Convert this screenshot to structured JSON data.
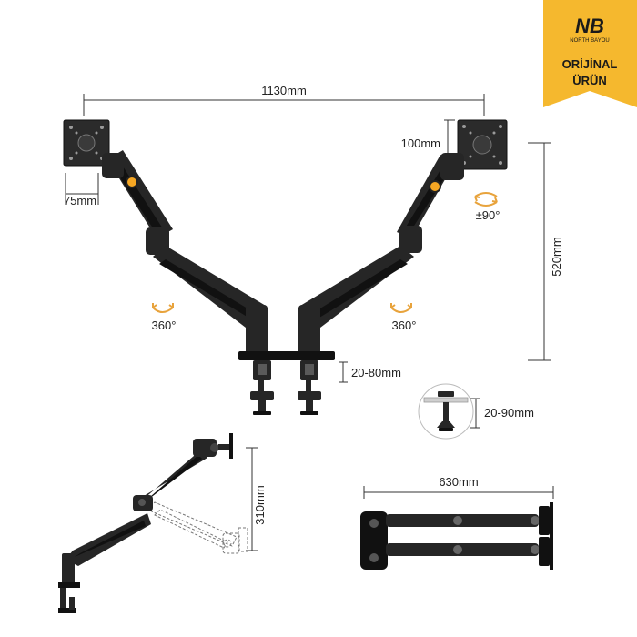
{
  "badge": {
    "logo": "NB",
    "logo_sub": "NORTH BAYOU",
    "line1": "ORİJİNAL",
    "line2": "ÜRÜN",
    "color": "#F5B82E"
  },
  "dimensions": {
    "total_width": "1130mm",
    "plate_height": "100mm",
    "plate_width": "75mm",
    "tilt": "±90°",
    "height": "520mm",
    "swivel_left": "360°",
    "swivel_right": "360°",
    "clamp_range": "20-80mm",
    "grommet_range": "20-90mm",
    "side_height": "310mm",
    "top_width": "630mm"
  },
  "colors": {
    "arm": "#262626",
    "accent": "#F5A623",
    "rotation_arrow": "#E8A33C"
  }
}
